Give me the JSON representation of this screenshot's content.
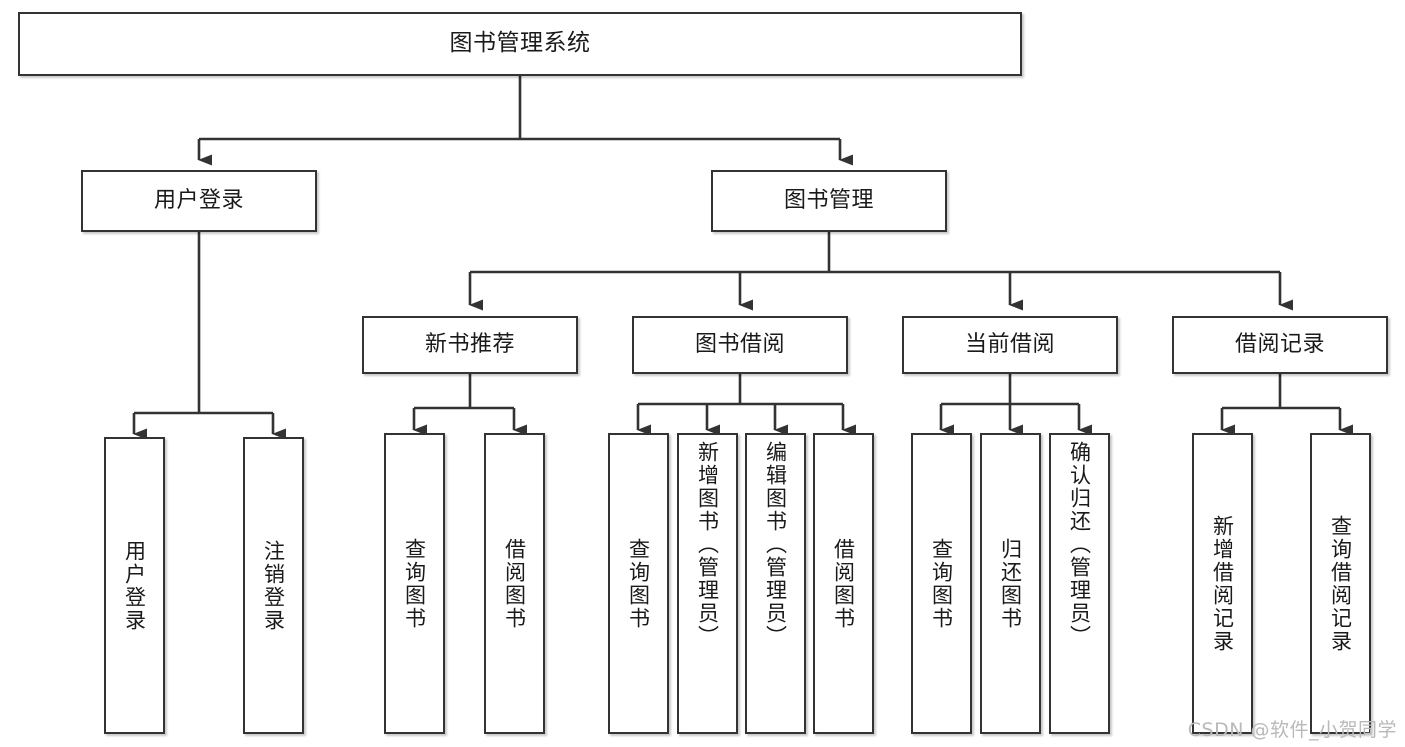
{
  "diagram": {
    "title": "图书管理系统",
    "type": "tree-hierarchy",
    "root": {
      "id": "root",
      "label": "图书管理系统"
    },
    "level2": [
      {
        "id": "user-login",
        "label": "用户登录"
      },
      {
        "id": "book-manage",
        "label": "图书管理"
      }
    ],
    "level3": [
      {
        "id": "new-book-rec",
        "label": "新书推荐",
        "parent": "book-manage"
      },
      {
        "id": "book-borrow",
        "label": "图书借阅",
        "parent": "book-manage"
      },
      {
        "id": "current-borrow",
        "label": "当前借阅",
        "parent": "book-manage"
      },
      {
        "id": "borrow-record",
        "label": "借阅记录",
        "parent": "book-manage"
      }
    ],
    "leaves": [
      {
        "id": "leaf-user-login",
        "label": "用户登录",
        "parent": "user-login"
      },
      {
        "id": "leaf-logout-login",
        "label": "注销登录",
        "parent": "user-login"
      },
      {
        "id": "leaf-query-book-1",
        "label": "查询图书",
        "parent": "new-book-rec"
      },
      {
        "id": "leaf-borrow-book-1",
        "label": "借阅图书",
        "parent": "new-book-rec"
      },
      {
        "id": "leaf-query-book-2",
        "label": "查询图书",
        "parent": "book-borrow"
      },
      {
        "id": "leaf-add-book",
        "label": "新增图书（管理员）",
        "parent": "book-borrow"
      },
      {
        "id": "leaf-edit-book",
        "label": "编辑图书（管理员）",
        "parent": "book-borrow"
      },
      {
        "id": "leaf-borrow-book-2",
        "label": "借阅图书",
        "parent": "book-borrow"
      },
      {
        "id": "leaf-query-book-3",
        "label": "查询图书",
        "parent": "current-borrow"
      },
      {
        "id": "leaf-return-book",
        "label": "归还图书",
        "parent": "current-borrow"
      },
      {
        "id": "leaf-confirm-return",
        "label": "确认归还（管理员）",
        "parent": "current-borrow"
      },
      {
        "id": "leaf-add-record",
        "label": "新增借阅记录",
        "parent": "borrow-record"
      },
      {
        "id": "leaf-query-record",
        "label": "查询借阅记录",
        "parent": "borrow-record"
      }
    ]
  },
  "watermark": {
    "text": "CSDN @软件_小贺同学"
  },
  "colors": {
    "stroke": "#333333",
    "text": "#1a1a1a",
    "background": "#ffffff",
    "watermark": "#b9b9b9"
  }
}
